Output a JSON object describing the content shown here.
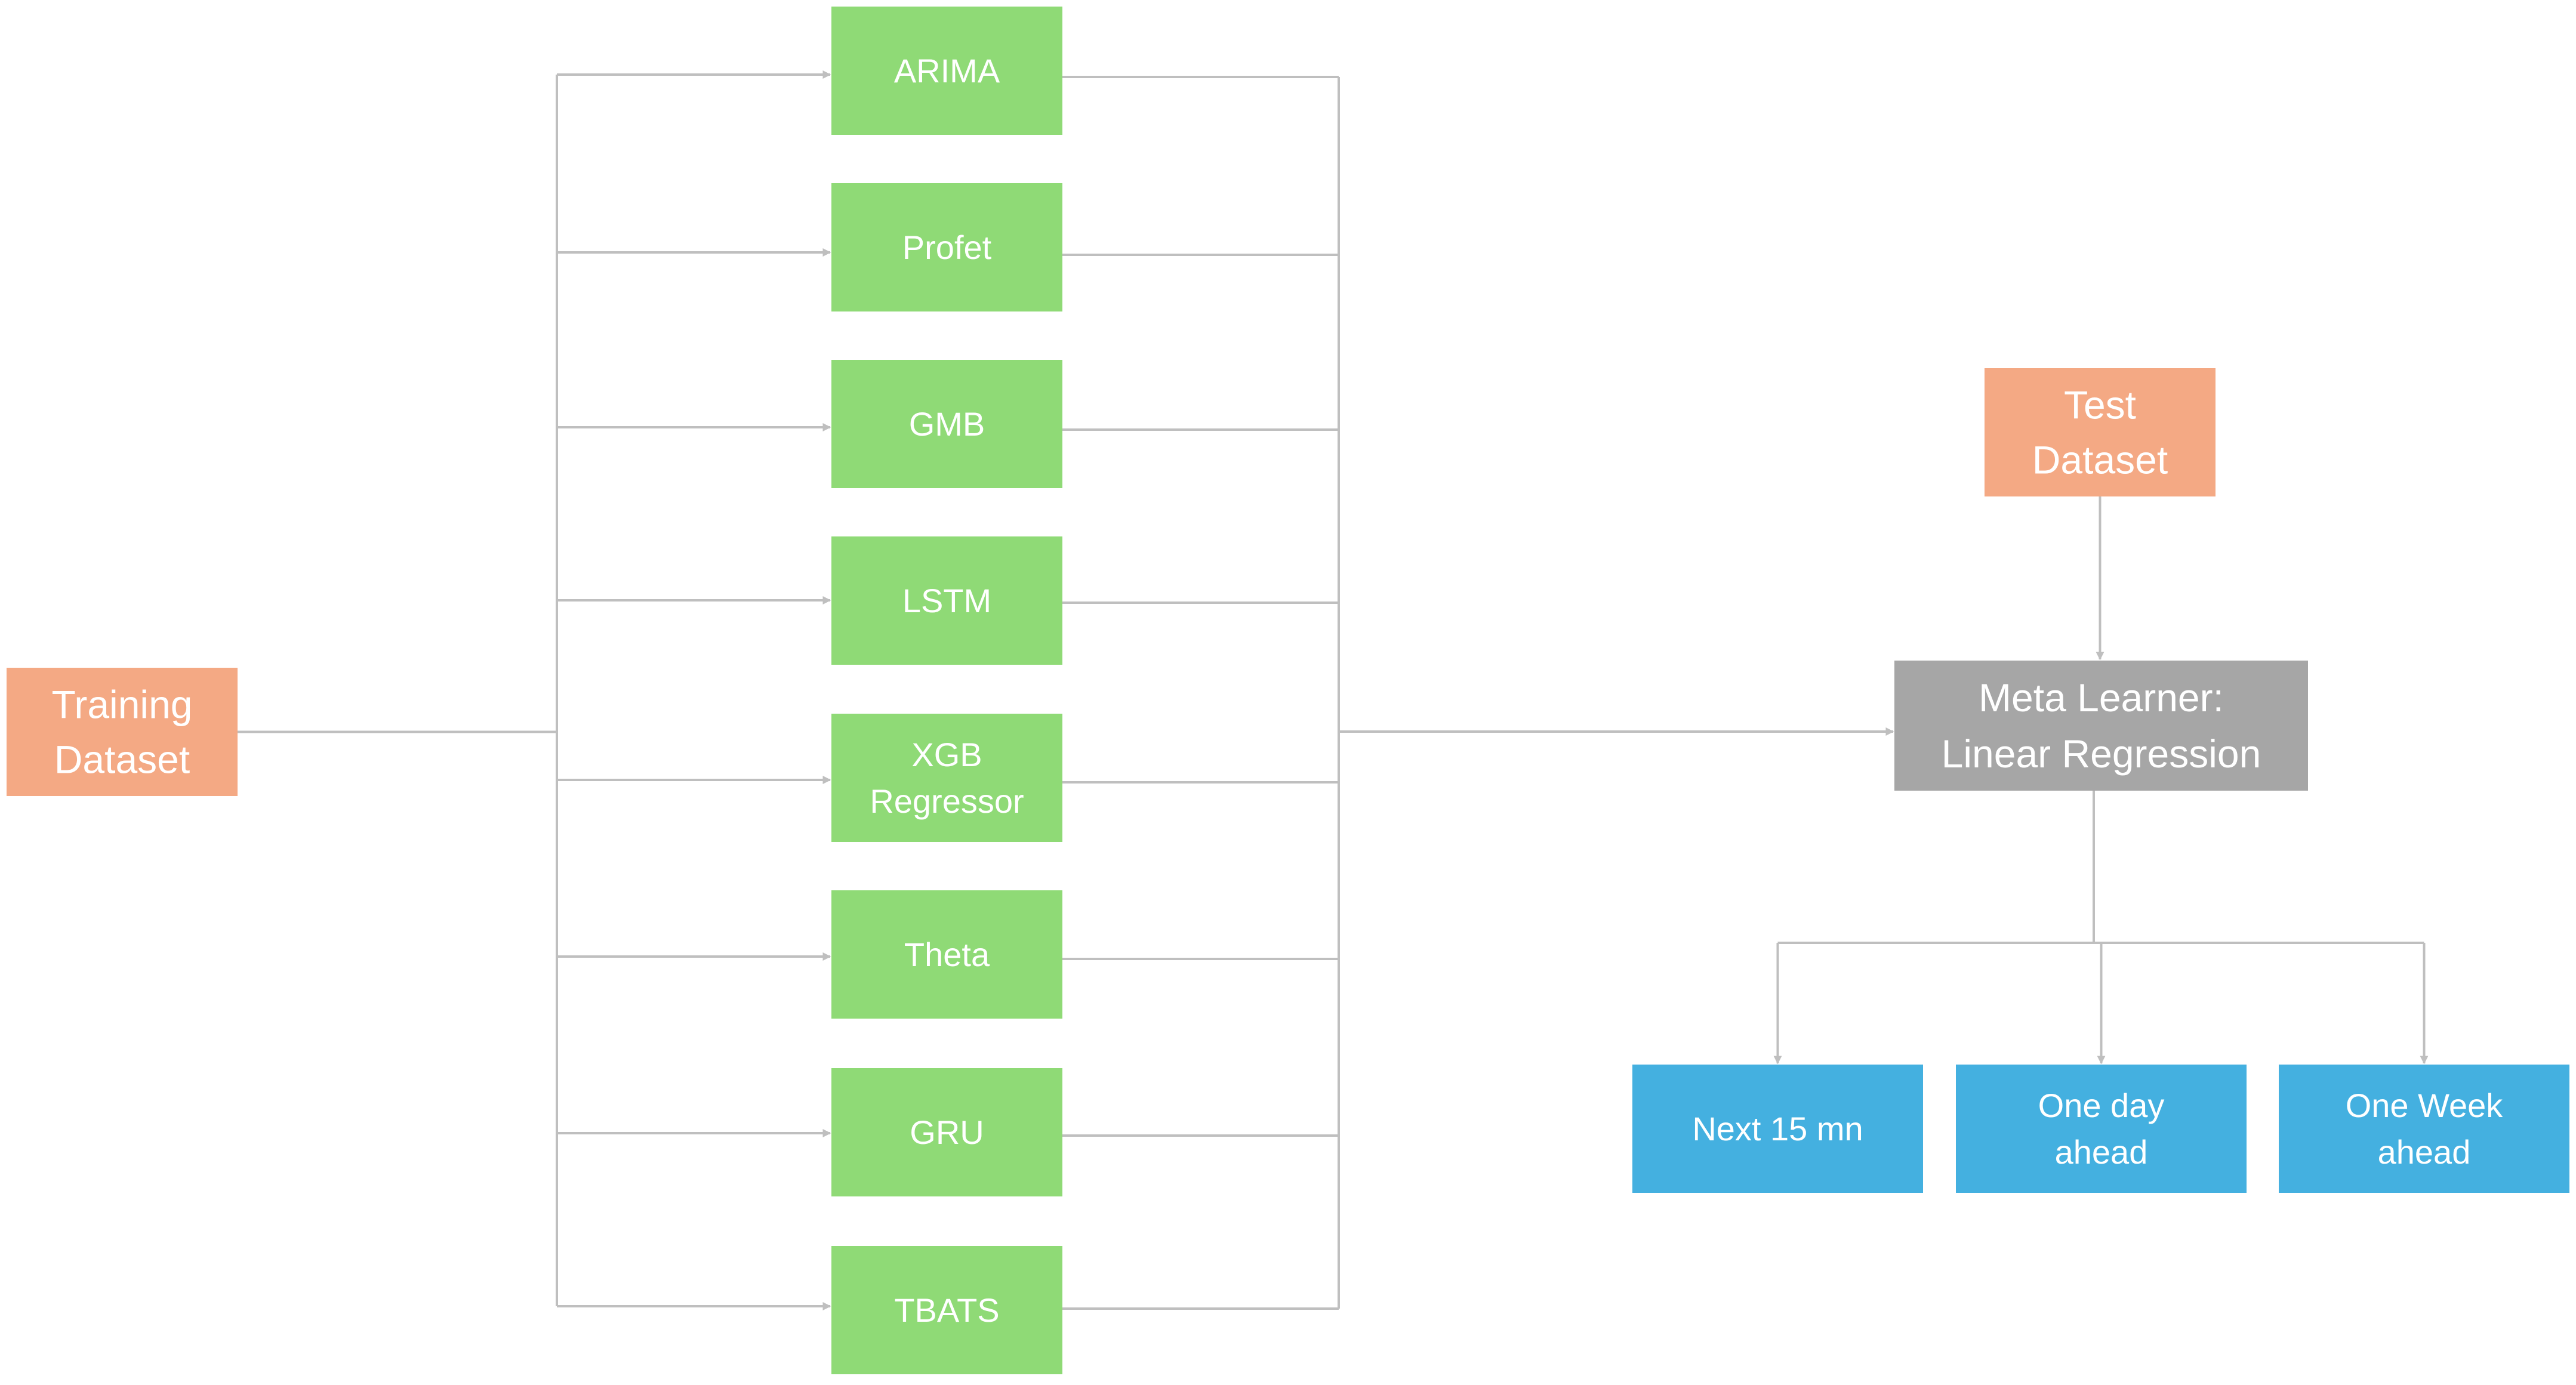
{
  "diagram": {
    "training_dataset": [
      "Training",
      "Dataset"
    ],
    "test_dataset": [
      "Test",
      "Dataset"
    ],
    "meta_learner": [
      "Meta Learner:",
      "Linear Regression"
    ],
    "models": [
      [
        "ARIMA"
      ],
      [
        "Profet"
      ],
      [
        "GMB"
      ],
      [
        "LSTM"
      ],
      [
        "XGB",
        "Regressor"
      ],
      [
        "Theta"
      ],
      [
        "GRU"
      ],
      [
        "TBATS"
      ]
    ],
    "outputs": [
      [
        "Next 15 mn"
      ],
      [
        "One day",
        "ahead"
      ],
      [
        "One Week",
        "ahead"
      ]
    ]
  },
  "colors": {
    "dataset": "#f4a984",
    "model": "#8fda76",
    "meta": "#a6a6a6",
    "output": "#44b0e0",
    "connector": "#bfbfbf",
    "text": "#ffffff"
  }
}
